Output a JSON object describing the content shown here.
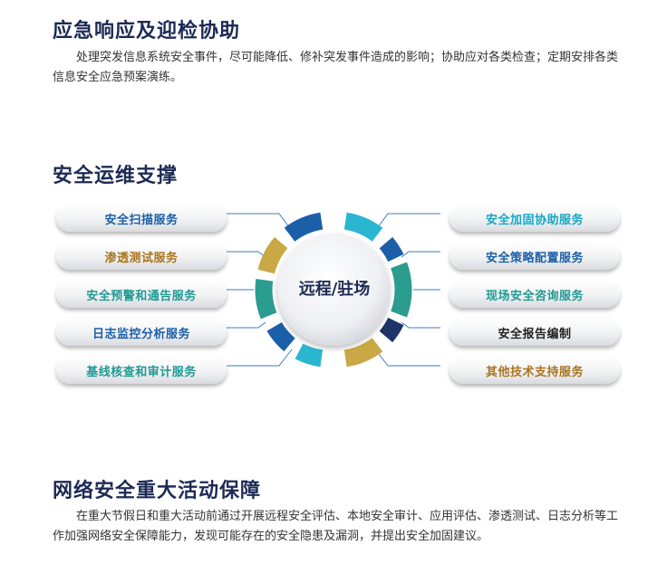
{
  "sections": [
    {
      "title": "应急响应及迎检协助",
      "body": "处理突发信息系统安全事件，尽可能降低、修补突发事件造成的影响；协助应对各类检查；定期安排各类信息安全应急预案演练。"
    },
    {
      "title": "安全运维支撑"
    },
    {
      "title": "网络安全重大活动保障",
      "body": "在重大节假日和重大活动前通过开展远程安全评估、本地安全审计、应用评估、渗透测试、日志分析等工作加强网络安全保障能力，发现可能存在的安全隐患及漏洞，并提出安全加固建议。"
    }
  ],
  "diagram": {
    "center": "远程/驻场",
    "left_items": [
      "安全扫描服务",
      "渗透测试服务",
      "安全预警和通告服务",
      "日志监控分析服务",
      "基线核查和审计服务"
    ],
    "right_items": [
      "安全加固协助服务",
      "安全策略配置服务",
      "现场安全咨询服务",
      "安全报告编制",
      "其他技术支持服务"
    ],
    "colors": {
      "blue": "#1b5fa8",
      "gold": "#c9a845",
      "teal": "#2a9d8f",
      "cyan": "#2bb6d0",
      "navy": "#1d3466"
    }
  }
}
